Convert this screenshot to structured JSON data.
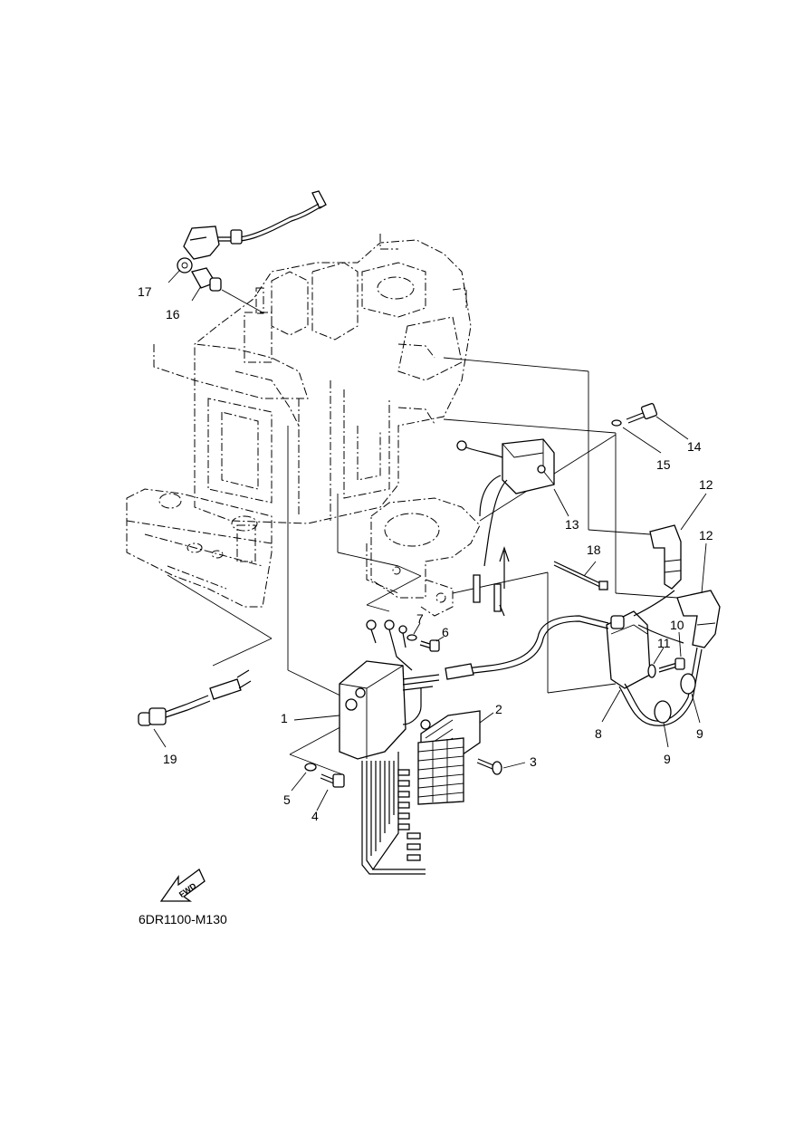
{
  "diagram": {
    "code": "6DR1100-M130",
    "fwd_label": "FWD",
    "callouts": [
      {
        "id": "1",
        "text": "1"
      },
      {
        "id": "2",
        "text": "2"
      },
      {
        "id": "3",
        "text": "3"
      },
      {
        "id": "4",
        "text": "4"
      },
      {
        "id": "5",
        "text": "5"
      },
      {
        "id": "6",
        "text": "6"
      },
      {
        "id": "7",
        "text": "7"
      },
      {
        "id": "8",
        "text": "8"
      },
      {
        "id": "9a",
        "text": "9"
      },
      {
        "id": "9b",
        "text": "9"
      },
      {
        "id": "10",
        "text": "10"
      },
      {
        "id": "11",
        "text": "11"
      },
      {
        "id": "12a",
        "text": "12"
      },
      {
        "id": "12b",
        "text": "12"
      },
      {
        "id": "13",
        "text": "13"
      },
      {
        "id": "14",
        "text": "14"
      },
      {
        "id": "15",
        "text": "15"
      },
      {
        "id": "16",
        "text": "16"
      },
      {
        "id": "17",
        "text": "17"
      },
      {
        "id": "18",
        "text": "18"
      },
      {
        "id": "19",
        "text": "19"
      }
    ]
  }
}
